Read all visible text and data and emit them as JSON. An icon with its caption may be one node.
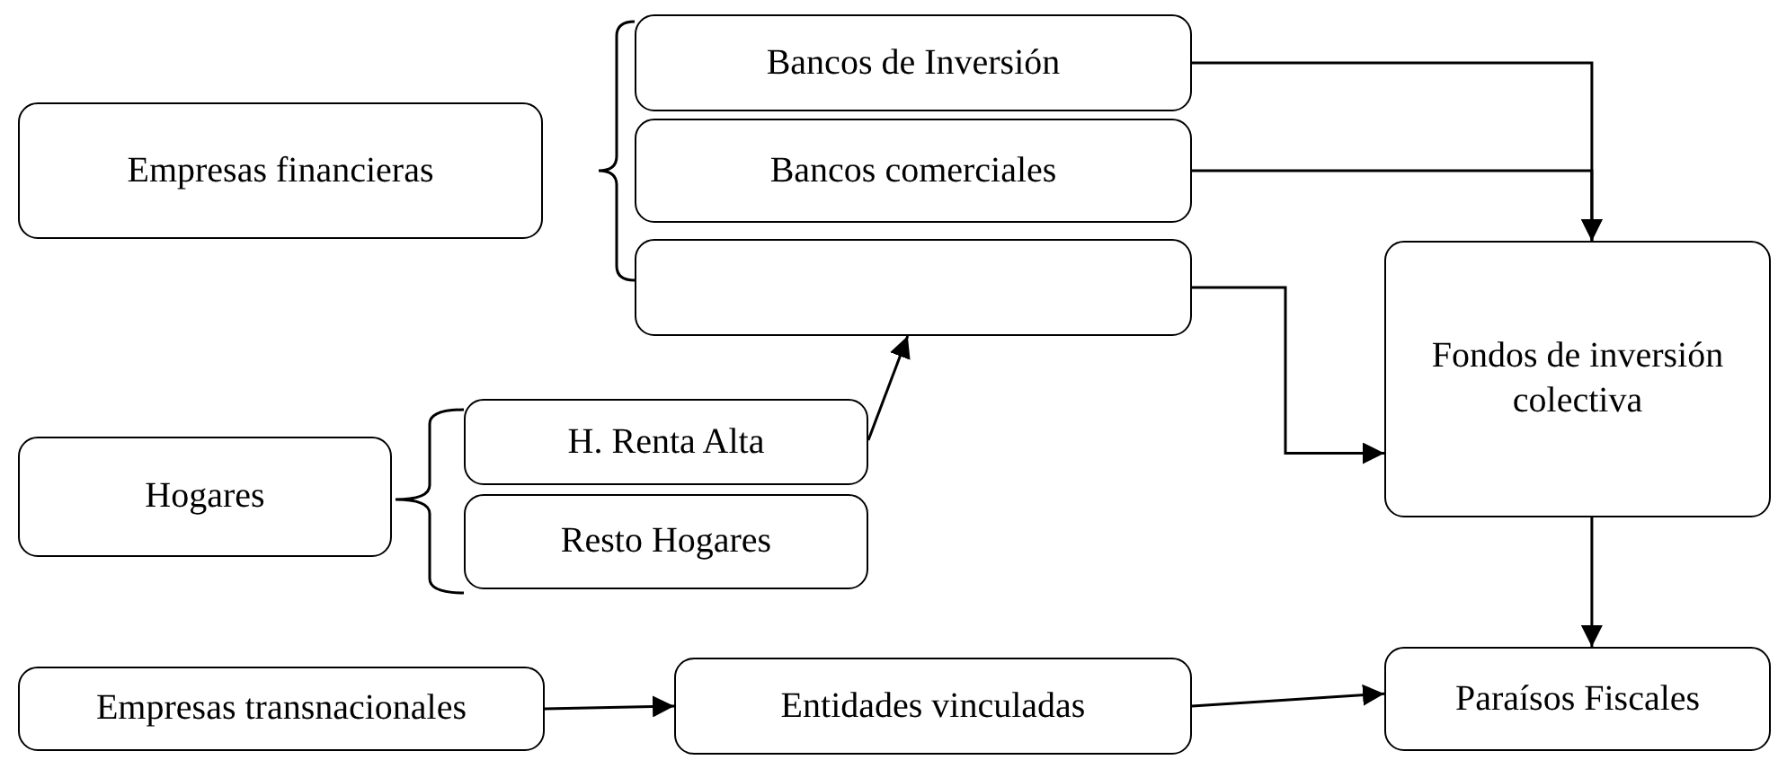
{
  "diagram": {
    "nodes": [
      {
        "text": [
          "Empresas financieras"
        ]
      },
      {
        "text": [
          "Bancos de Inversión"
        ]
      },
      {
        "text": [
          "Bancos comerciales"
        ]
      },
      {
        "text": [],
        "shape": "box"
      },
      {
        "text": [
          "Fondos de inversión colectiva"
        ]
      },
      {
        "text": [
          "Hogares"
        ]
      },
      {
        "text": [
          "H. Renta Alta"
        ]
      },
      {
        "text": [
          "Resto Hogares"
        ]
      },
      {
        "text": [
          "Empresas transnacionales"
        ]
      },
      {
        "text": [
          "Entidades vinculadas"
        ]
      },
      {
        "text": [
          "Paraísos Fiscales"
        ]
      }
    ],
    "edges": [
      {
        "from": 1,
        "to": 4,
        "arrow": "to"
      },
      {
        "from": 2,
        "to": 4,
        "arrow": "to"
      },
      {
        "from": 3,
        "to": 4,
        "arrow": "to"
      },
      {
        "from": 6,
        "to": 3,
        "arrow": "to"
      },
      {
        "from": 4,
        "to": 10,
        "arrow": "to"
      },
      {
        "from": 8,
        "to": 9,
        "arrow": "to"
      },
      {
        "from": 9,
        "to": 10,
        "arrow": "to"
      }
    ]
  }
}
